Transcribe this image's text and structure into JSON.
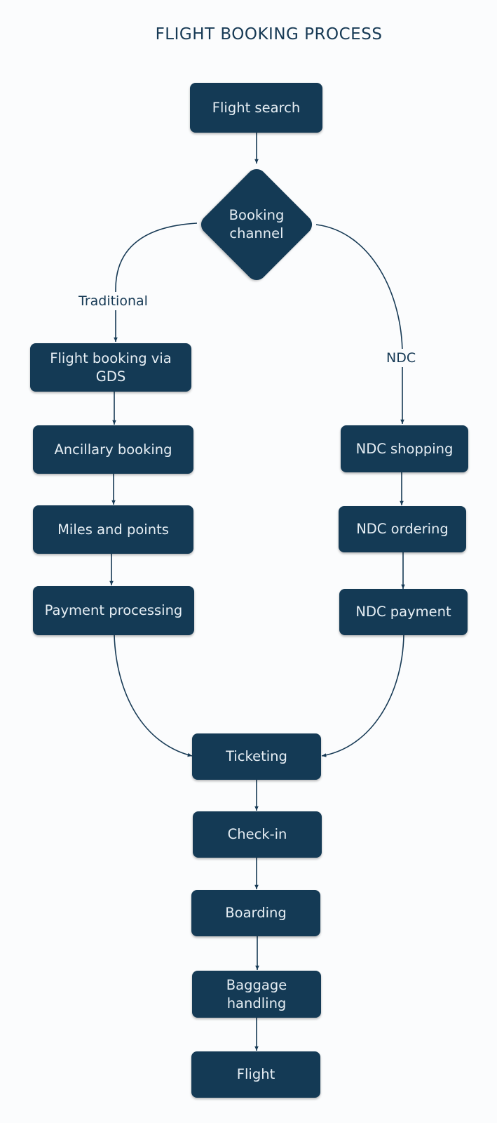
{
  "title": "FLIGHT BOOKING PROCESS",
  "colors": {
    "node_fill": "#143a55",
    "node_text": "#e6eef4",
    "edge": "#173a55",
    "background": "#fbfcfd"
  },
  "nodes": {
    "flight_search": "Flight search",
    "booking_channel": "Booking channel",
    "gds_booking": "Flight booking via GDS",
    "ancillary_booking": "Ancillary booking",
    "miles_points": "Miles and points",
    "payment_processing": "Payment processing",
    "ndc_shopping": "NDC shopping",
    "ndc_ordering": "NDC ordering",
    "ndc_payment": "NDC payment",
    "ticketing": "Ticketing",
    "check_in": "Check-in",
    "boarding": "Boarding",
    "baggage_handling": "Baggage handling",
    "flight": "Flight"
  },
  "edge_labels": {
    "traditional": "Traditional",
    "ndc": "NDC"
  }
}
